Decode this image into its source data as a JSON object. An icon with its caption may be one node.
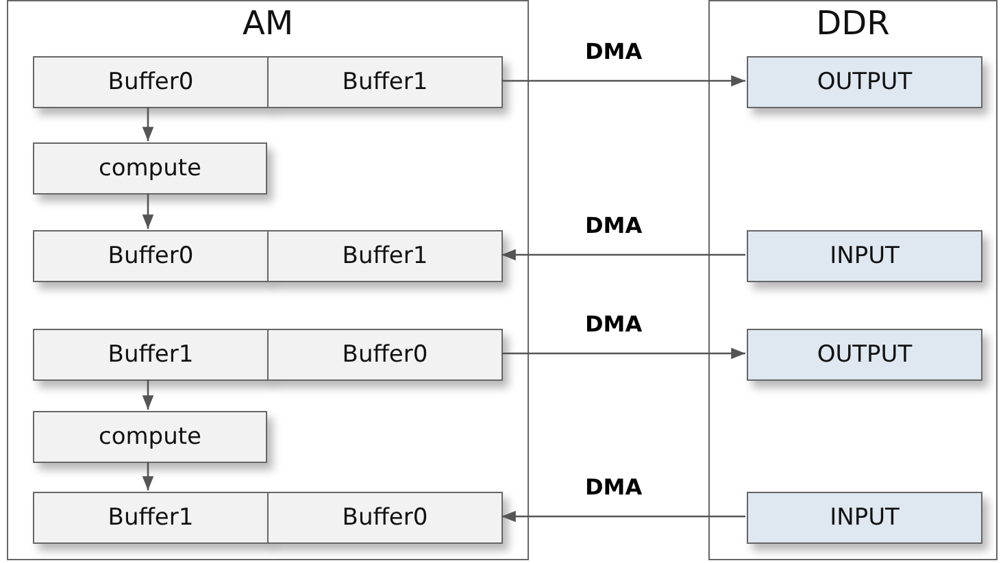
{
  "diagram": {
    "nodes": [
      {
        "text": [
          "AM"
        ]
      },
      {
        "text": [
          "Buffer0"
        ],
        "in": 0
      },
      {
        "text": [
          "Buffer1"
        ],
        "in": 0
      },
      {
        "text": [
          "compute"
        ],
        "in": 0
      },
      {
        "text": [
          "Buffer0"
        ],
        "in": 0
      },
      {
        "text": [
          "Buffer1"
        ],
        "in": 0
      },
      {
        "text": [
          "Buffer1"
        ],
        "in": 0
      },
      {
        "text": [
          "Buffer0"
        ],
        "in": 0
      },
      {
        "text": [
          "compute"
        ],
        "in": 0
      },
      {
        "text": [
          "Buffer1"
        ],
        "in": 0
      },
      {
        "text": [
          "Buffer0"
        ],
        "in": 0
      },
      {
        "text": [
          "DDR"
        ]
      },
      {
        "text": [
          "OUTPUT"
        ],
        "in": 11
      },
      {
        "text": [
          "INPUT"
        ],
        "in": 11
      },
      {
        "text": [
          "OUTPUT"
        ],
        "in": 11
      },
      {
        "text": [
          "INPUT"
        ],
        "in": 11
      }
    ],
    "edges": [
      {
        "from": 1,
        "to": 3,
        "arrow": "to"
      },
      {
        "from": 3,
        "to": 4,
        "arrow": "to"
      },
      {
        "from": 2,
        "to": 12,
        "arrow": "to",
        "label": "DMA"
      },
      {
        "from": 13,
        "to": 5,
        "arrow": "to",
        "label": "DMA"
      },
      {
        "from": 6,
        "to": 8,
        "arrow": "to"
      },
      {
        "from": 8,
        "to": 9,
        "arrow": "to"
      },
      {
        "from": 7,
        "to": 14,
        "arrow": "to",
        "label": "DMA"
      },
      {
        "from": 15,
        "to": 10,
        "arrow": "to",
        "label": "DMA"
      }
    ]
  }
}
